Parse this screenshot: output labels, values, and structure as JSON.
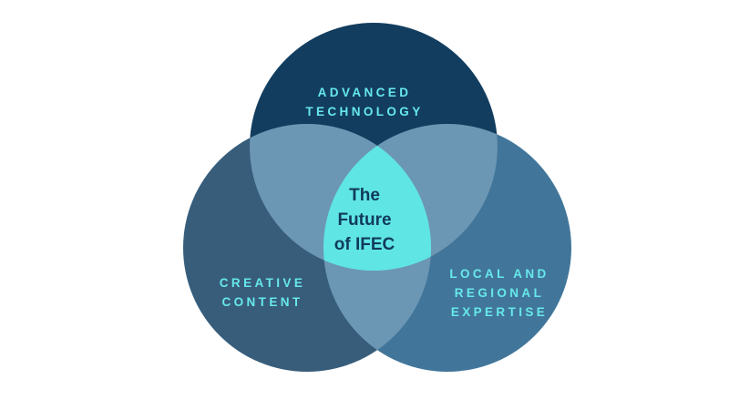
{
  "diagram": {
    "circles": [
      {
        "key": "top",
        "lines": [
          "ADVANCED",
          "TECHNOLOGY"
        ],
        "color": "#123d5f"
      },
      {
        "key": "left",
        "lines": [
          "CREATIVE",
          "CONTENT"
        ],
        "color": "#375d7b"
      },
      {
        "key": "right",
        "lines": [
          "LOCAL AND",
          "REGIONAL",
          "EXPERTISE"
        ],
        "color": "#41769a"
      }
    ],
    "overlap_color": "#6c97b4",
    "center": {
      "lines": [
        "The",
        "Future",
        "of IFEC"
      ],
      "color": "#5fe6e4",
      "text_color": "#113a5c"
    },
    "label_color": "#67e8ea"
  }
}
